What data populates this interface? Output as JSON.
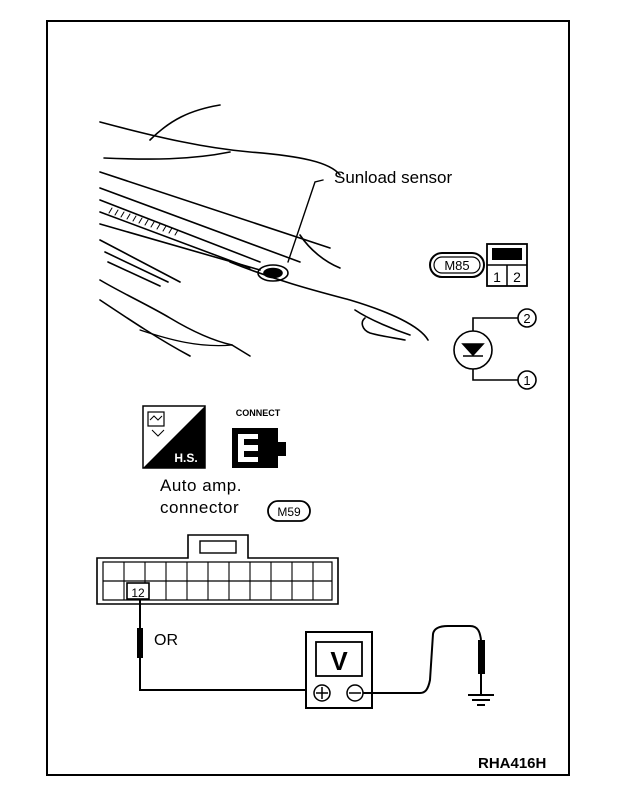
{
  "sensor": {
    "label": "Sunload sensor"
  },
  "sensor_connector": {
    "code": "M85",
    "pins": [
      "1",
      "2"
    ]
  },
  "symbol_terminals": [
    "2",
    "1"
  ],
  "auto_amp": {
    "caption_line1": "Auto amp.",
    "caption_line2": "connector",
    "code": "M59",
    "hs_badge": "H.S.",
    "connect_badge": "CONNECT"
  },
  "probe": {
    "terminal": "12",
    "wire_color": "OR"
  },
  "meter": {
    "symbol": "V",
    "plus": "⊕",
    "minus": "⊖"
  },
  "figure_code": "RHA416H",
  "icons": [
    "harness-hs-icon",
    "connector-connect-icon",
    "ground-icon",
    "photodiode-icon"
  ]
}
